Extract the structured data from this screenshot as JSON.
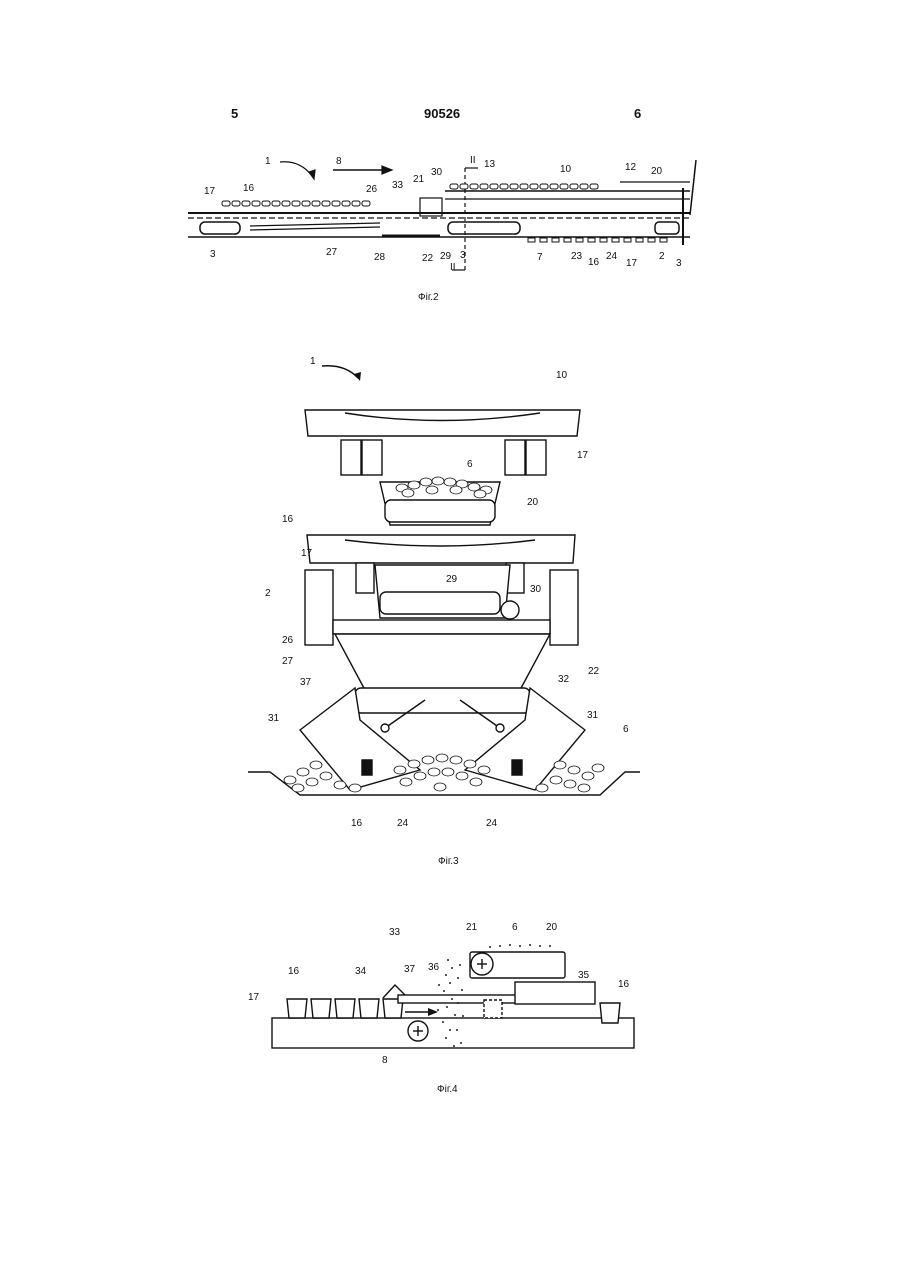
{
  "header": {
    "left_page": "5",
    "doc_number": "90526",
    "right_page": "6"
  },
  "figures": [
    {
      "caption": "Фіг.2",
      "labels": [
        "1",
        "8",
        "17",
        "16",
        "33",
        "26",
        "21",
        "30",
        "II",
        "13",
        "10",
        "12",
        "20",
        "3",
        "27",
        "28",
        "22",
        "29",
        "II",
        "3",
        "7",
        "23",
        "16",
        "24",
        "17",
        "2",
        "3"
      ]
    },
    {
      "caption": "Фіг.3",
      "labels": [
        "1",
        "10",
        "17",
        "6",
        "20",
        "16",
        "17",
        "29",
        "30",
        "2",
        "26",
        "27",
        "37",
        "22",
        "32",
        "31",
        "31",
        "6",
        "16",
        "24",
        "24"
      ]
    },
    {
      "caption": "Фіг.4",
      "labels": [
        "33",
        "21",
        "6",
        "20",
        "16",
        "34",
        "37",
        "36",
        "35",
        "16",
        "17",
        "8"
      ]
    }
  ]
}
